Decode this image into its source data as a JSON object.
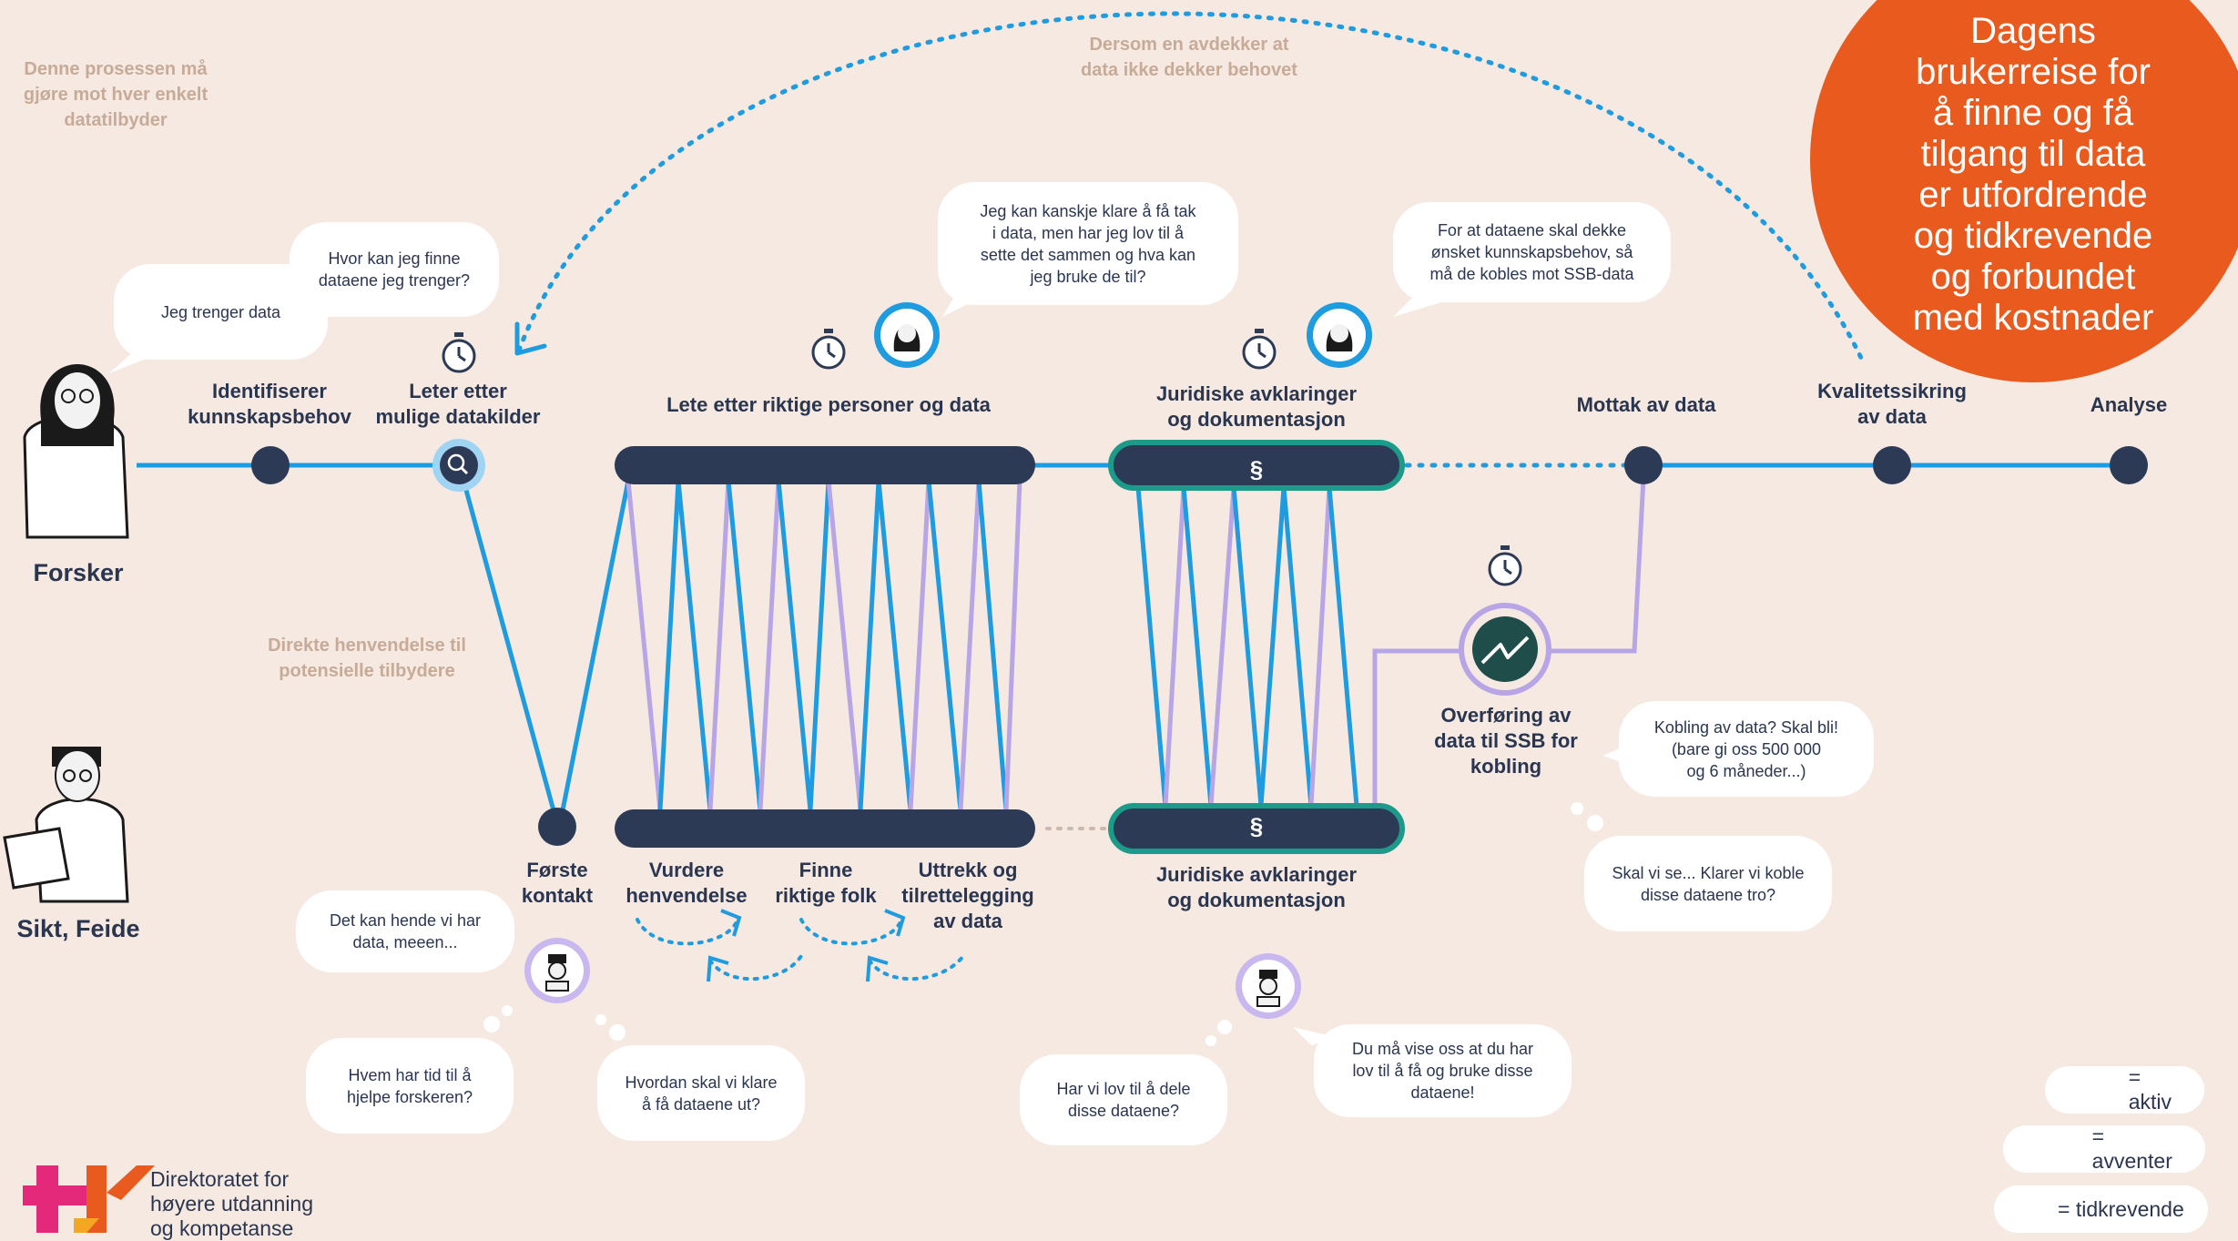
{
  "title": "Dagens\nbrukerreise for\nå finne og få\ntilgang til data\ner utfordrende\nog tidkrevende\nog forbundet\nmed kostnader",
  "notes": {
    "process_note": "Denne prosessen må\ngjøre mot hver enkelt\ndatatilbyder",
    "loop_note": "Dersom en avdekker at\ndata ikke dekker behovet",
    "direct_note": "Direkte henvendelse til\npotensielle tilbydere"
  },
  "actors": {
    "researcher": "Forsker",
    "provider": "Sikt, Feide"
  },
  "steps_top": {
    "identify": "Identifiserer\nkunnskapsbehov",
    "search": "Leter etter\nmulige datakilder",
    "find": "Lete etter riktige personer og data",
    "legal": "Juridiske avklaringer\nog dokumentasjon",
    "receive": "Mottak av data",
    "quality": "Kvalitetssikring\nav data",
    "analysis": "Analyse"
  },
  "steps_bottom": {
    "first_contact": "Første\nkontakt",
    "assess": "Vurdere\nhenvendelse",
    "find_people": "Finne\nriktige folk",
    "extract": "Uttrekk og\ntilrettelegging\nav data",
    "legal": "Juridiske avklaringer\nog dokumentasjon",
    "transfer": "Overføring av\ndata til SSB for\nkobling"
  },
  "section_symbol": "§",
  "bubbles": {
    "need_data": "Jeg trenger data",
    "where_find": "Hvor kan jeg finne\ndataene jeg trenger?",
    "allowed": "Jeg kan kanskje klare å få tak\ni data, men har jeg lov til å\nsette det sammen og hva kan\njeg bruke de til?",
    "combine_ssb": "For at dataene skal dekke\nønsket kunnskapsbehov, så\nmå de kobles mot SSB-data",
    "link_data": "Kobling av data? Skal bli!\n(bare gi oss 500 000\nog 6 måneder...)",
    "trust": "Skal vi se... Klarer vi koble\ndisse dataene tro?",
    "maybe_data": "Det kan hende vi har\ndata, meeen...",
    "who_time": "Hvem har tid til å\nhjelpe forskeren?",
    "how_out": "Hvordan skal vi klare\nå få dataene ut?",
    "share_allowed": "Har vi lov til å dele\ndisse dataene?",
    "show_us": "Du må vise oss at du har\nlov til å få og bruke disse\ndataene!"
  },
  "legend": {
    "active": "= aktiv",
    "waiting": "= avventer",
    "time": "= tidkrevende"
  },
  "logo": {
    "text": "Direktoratet for\nhøyere utdanning\nog kompetanse"
  },
  "colors": {
    "background": "#f5e9e1",
    "navy": "#2d3a55",
    "blue_line": "#1f9be0",
    "lilac_line": "#b7a5e6",
    "teal": "#1c9a8a",
    "orange": "#e85a1e",
    "note": "#c7ab98"
  }
}
